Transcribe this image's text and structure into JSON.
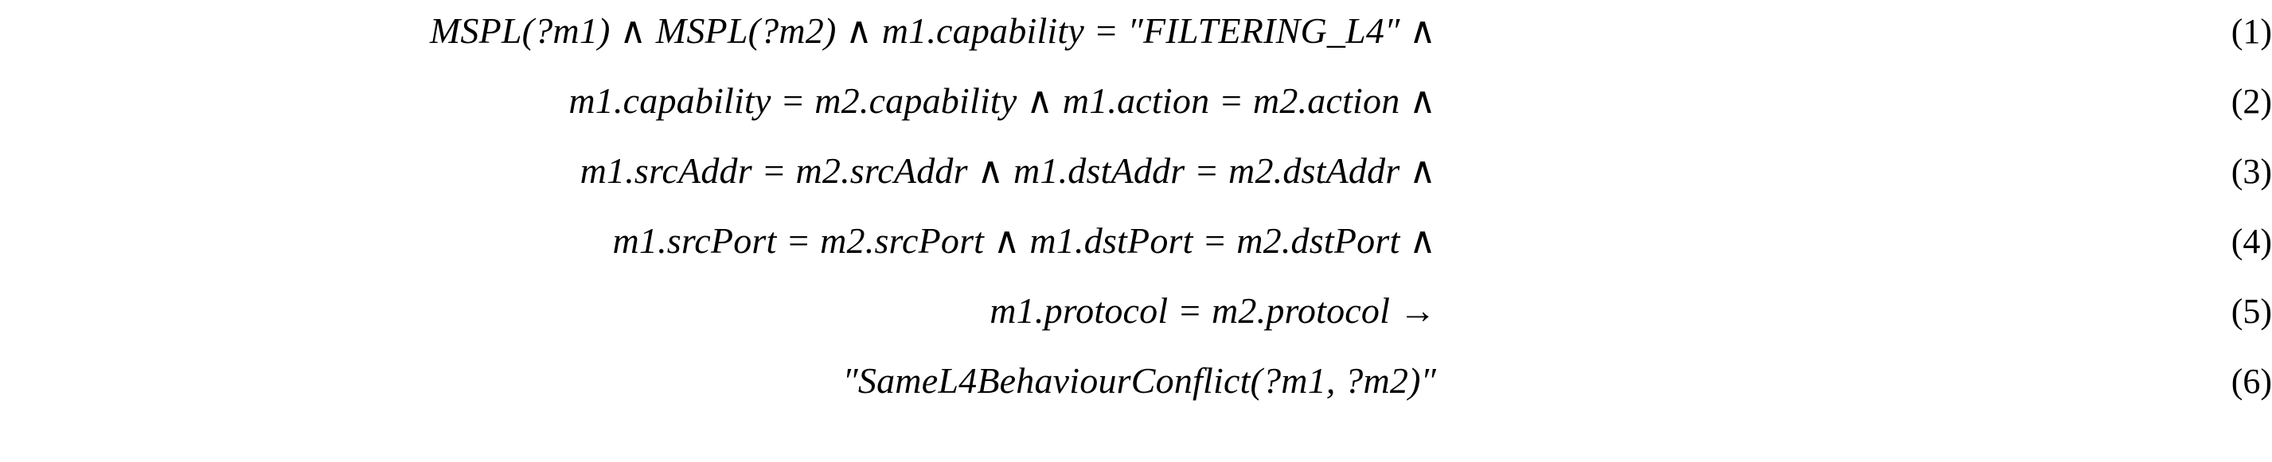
{
  "document": {
    "type": "numbered-equation-block",
    "background_color": "#ffffff",
    "text_color": "#000000",
    "equation_count": 6
  },
  "equations": [
    {
      "number": "(1)",
      "text": "MSPL(?m1) ∧ MSPL(?m2) ∧ m1.capability = ″FILTERING_L4″ ∧"
    },
    {
      "number": "(2)",
      "text": "m1.capability = m2.capability ∧ m1.action = m2.action ∧"
    },
    {
      "number": "(3)",
      "text": "m1.srcAddr = m2.srcAddr ∧ m1.dstAddr = m2.dstAddr ∧"
    },
    {
      "number": "(4)",
      "text": "m1.srcPort = m2.srcPort ∧ m1.dstPort = m2.dstPort ∧"
    },
    {
      "number": "(5)",
      "text": "m1.protocol = m2.protocol →"
    },
    {
      "number": "(6)",
      "text": "″SameL4BehaviourConflict(?m1, ?m2)″"
    }
  ]
}
